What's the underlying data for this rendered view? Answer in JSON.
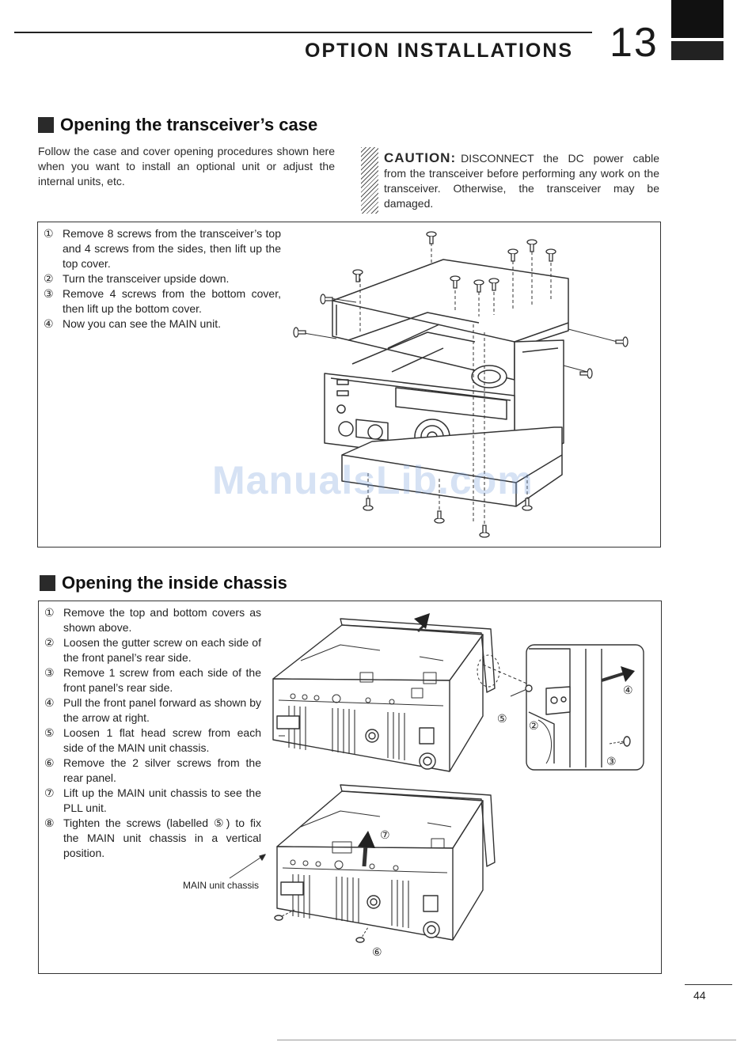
{
  "header": {
    "title": "OPTION INSTALLATIONS",
    "chapter": "13"
  },
  "section1": {
    "title": "Opening the transceiver’s case",
    "intro": "Follow the case and cover opening procedures shown here when you want to install an optional unit or adjust the internal units, etc.",
    "caution_label": "CAUTION:",
    "caution_text": "DISCONNECT the DC power cable from the transceiver before performing any work on the transceiver. Otherwise, the transceiver may be damaged.",
    "steps": [
      {
        "num": "①",
        "text": "Remove 8 screws from the transceiver’s top and 4 screws from the sides, then lift up the top cover."
      },
      {
        "num": "②",
        "text": "Turn the transceiver upside down."
      },
      {
        "num": "③",
        "text": "Remove 4 screws from the bottom cover, then lift up the bottom cover."
      },
      {
        "num": "④",
        "text": "Now you can see the MAIN unit."
      }
    ]
  },
  "section2": {
    "title": "Opening the inside chassis",
    "steps": [
      {
        "num": "①",
        "text": "Remove the top and bottom covers as shown above."
      },
      {
        "num": "②",
        "text": "Loosen the gutter screw on each side of the front panel’s rear side."
      },
      {
        "num": "③",
        "text": "Remove 1 screw from each side of the front panel’s rear side."
      },
      {
        "num": "④",
        "text": "Pull the front panel forward as shown by the arrow at right."
      },
      {
        "num": "⑤",
        "text": "Loosen 1 flat head screw from each side of the MAIN unit chassis."
      },
      {
        "num": "⑥",
        "text": "Remove the 2 silver screws from the rear panel."
      },
      {
        "num": "⑦",
        "text": "Lift up the MAIN unit chassis to see the PLL unit."
      },
      {
        "num": "⑧",
        "text": "Tighten the screws (labelled ⑤) to fix the MAIN unit chassis in a vertical position."
      }
    ],
    "caption": "MAIN unit chassis",
    "callouts": {
      "c2": "②",
      "c3": "③",
      "c4": "④",
      "c5": "⑤",
      "c6": "⑥",
      "c7": "⑦"
    }
  },
  "watermark": "ManualsLib.com",
  "page_number": "44"
}
